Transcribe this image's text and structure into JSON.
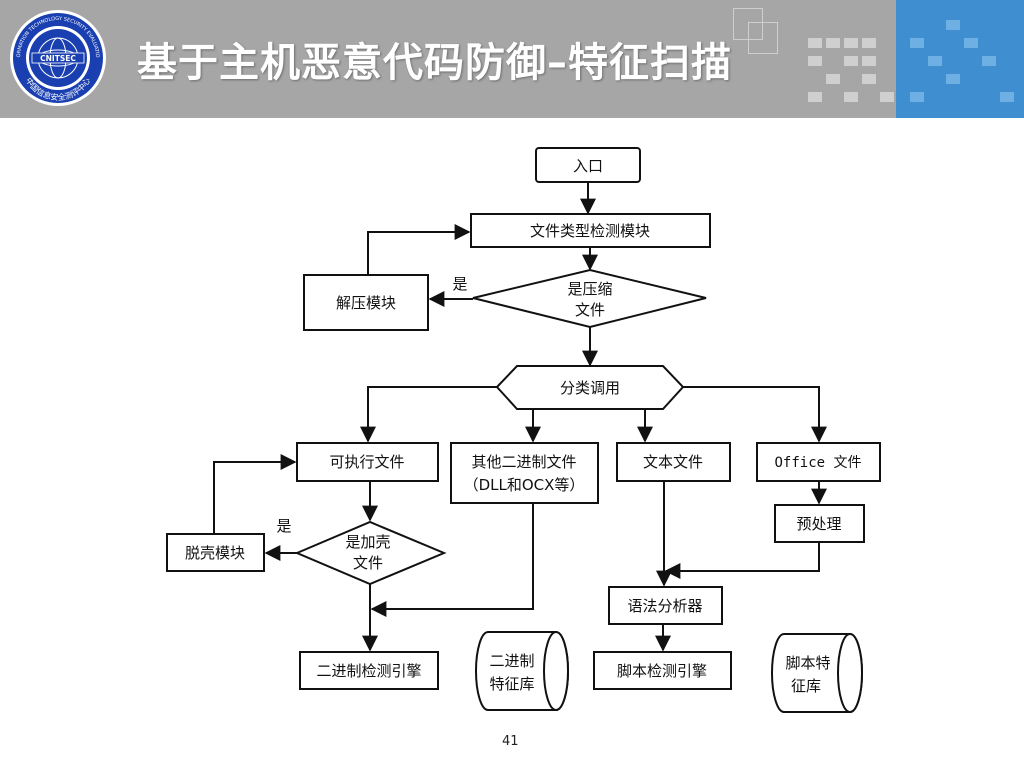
{
  "header": {
    "title": "基于主机恶意代码防御–特征扫描",
    "logo_text_top": "CHINA INFORMATION TECHNOLOGY SECURITY EVALUATION CENTER",
    "logo_text_center": "CNITSEC",
    "logo_text_cn": "中国信息安全测评中心"
  },
  "flow": {
    "entry": "入口",
    "type_detect": "文件类型检测模块",
    "is_compressed_1": "是压缩",
    "is_compressed_2": "文件",
    "yes_1": "是",
    "decompress": "解压模块",
    "dispatch": "分类调用",
    "executable": "可执行文件",
    "other_binary_1": "其他二进制文件",
    "other_binary_2": "（DLL和OCX等）",
    "text_file": "文本文件",
    "office_file": "Office 文件",
    "preprocess": "预处理",
    "is_packed_1": "是加壳",
    "is_packed_2": "文件",
    "yes_2": "是",
    "unpack": "脱壳模块",
    "parser": "语法分析器",
    "binary_engine": "二进制检测引擎",
    "binary_db_1": "二进制",
    "binary_db_2": "特征库",
    "script_engine": "脚本检测引擎",
    "script_db_1": "脚本特",
    "script_db_2": "征库"
  },
  "footer": {
    "page_number": "41"
  },
  "colors": {
    "header_gray": "#a6a6a6",
    "header_blue": "#3f8fd0",
    "logo_blue": "#1a3fb0"
  }
}
